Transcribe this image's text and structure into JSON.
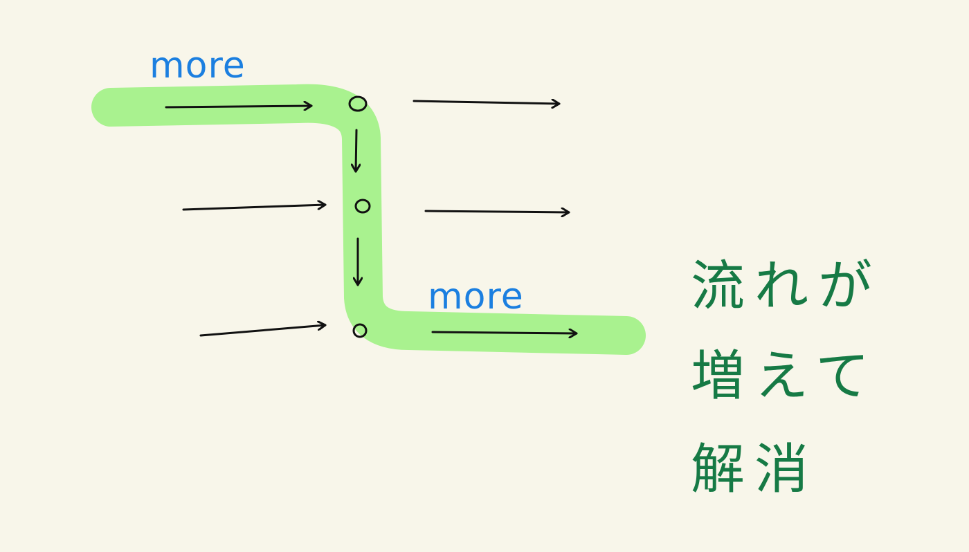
{
  "labels": {
    "top_more": "more",
    "bottom_more": "more"
  },
  "caption": {
    "line1": "流れが",
    "line2": "増えて",
    "line3": "解消"
  },
  "colors": {
    "background": "#f8f6ea",
    "highlight": "#a9f28f",
    "ink": "#111111",
    "label_blue": "#1b7fe0",
    "caption_green": "#167a45"
  }
}
